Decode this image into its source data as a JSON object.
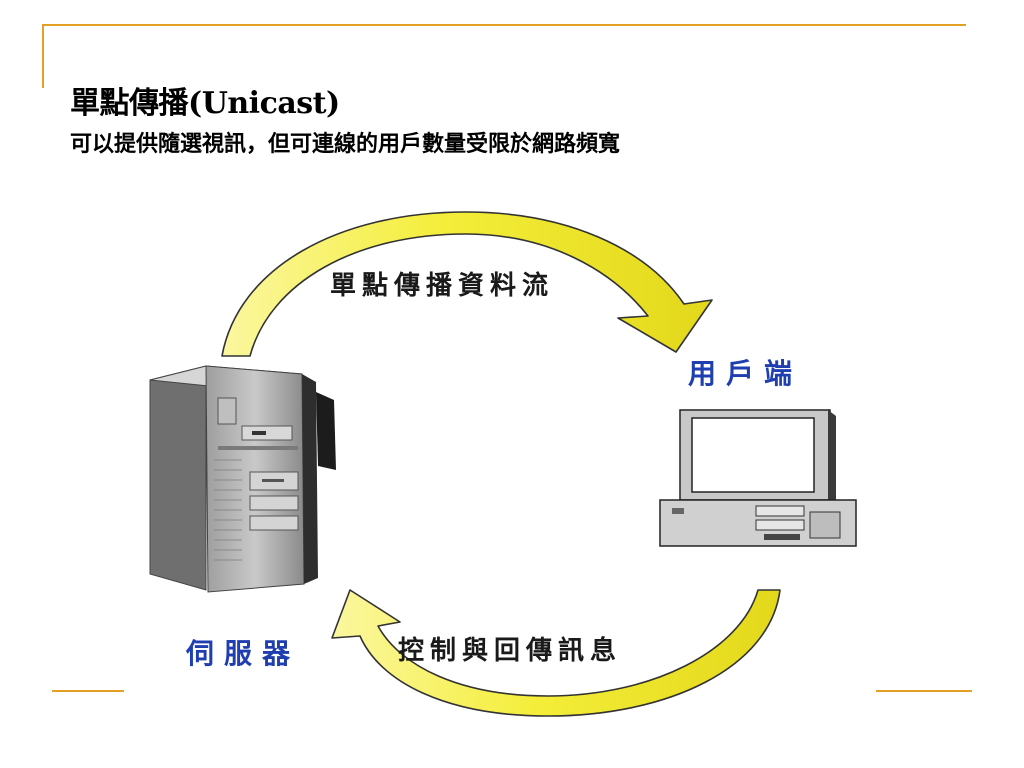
{
  "slide": {
    "title": "單點傳播(Unicast)",
    "subtitle": "可以提供隨選視訊，但可連線的用戶數量受限於網路頻寬"
  },
  "diagram": {
    "flow_top_label": "單點傳播資料流",
    "client_label": "用戶端",
    "server_label": "伺服器",
    "flow_bottom_label": "控制與回傳訊息",
    "server_icon": "server-tower-icon",
    "client_icon": "desktop-computer-icon",
    "colors": {
      "accent_line": "#e2a126",
      "arrow_fill": "#f2ea2a",
      "label_blue": "#1f3fb0"
    }
  }
}
